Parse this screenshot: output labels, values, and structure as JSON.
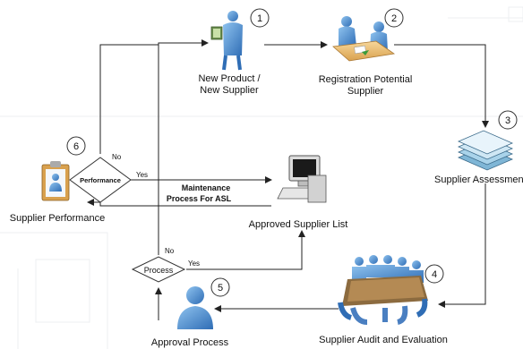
{
  "nodes": {
    "n1": {
      "number": "1",
      "line1": "New Product /",
      "line2": "New Supplier"
    },
    "n2": {
      "number": "2",
      "line1": "Registration Potential",
      "line2": "Supplier"
    },
    "n3": {
      "number": "3",
      "line1": "Supplier Assessment"
    },
    "n4": {
      "number": "4",
      "line1": "Supplier Audit and Evaluation"
    },
    "n5": {
      "number": "5",
      "line1": "Approval Process"
    },
    "n6": {
      "number": "6",
      "line1": "Supplier Performance"
    },
    "asl": {
      "line1": "Approved Supplier List"
    }
  },
  "decisions": {
    "performance": {
      "label": "Performance",
      "no": "No",
      "yes": "Yes"
    },
    "process": {
      "label": "Process",
      "no": "No",
      "yes": "Yes"
    }
  },
  "maintenance": {
    "line1": "Maintenance",
    "line2": "Process For ASL"
  },
  "colors": {
    "line": "#222222",
    "accent_blue": "#4a7fc1",
    "bg_grid": "#e8ecef"
  }
}
